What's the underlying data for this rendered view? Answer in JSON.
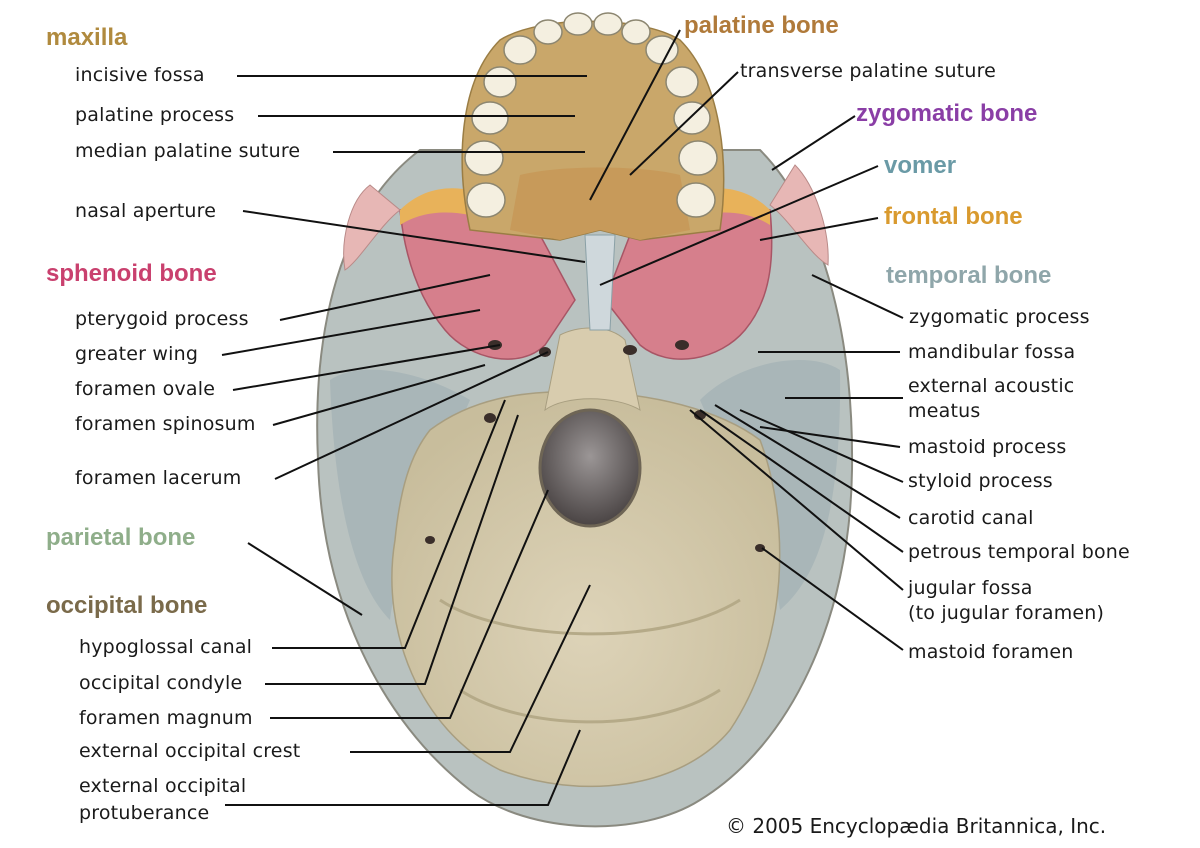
{
  "headers": {
    "maxilla": "maxilla",
    "palatine": "palatine bone",
    "zygomatic": "zygomatic bone",
    "vomer": "vomer",
    "frontal": "frontal bone",
    "sphenoid": "sphenoid bone",
    "temporal": "temporal bone",
    "parietal": "parietal bone",
    "occipital": "occipital bone"
  },
  "colors": {
    "maxilla": "#b08a3e",
    "palatine": "#b07a3a",
    "zygomatic": "#8a3ea6",
    "vomer": "#6a9aa6",
    "frontal": "#d99a2e",
    "sphenoid": "#c9406e",
    "temporal": "#8fa6aa",
    "parietal": "#8fae8a",
    "occipital": "#7a6a4a"
  },
  "labels": {
    "incisive_fossa": "incisive fossa",
    "palatine_process": "palatine process",
    "median_palatine_suture": "median palatine suture",
    "nasal_aperture": "nasal aperture",
    "transverse_palatine_suture": "transverse palatine suture",
    "pterygoid_process": "pterygoid process",
    "greater_wing": "greater wing",
    "foramen_ovale": "foramen ovale",
    "foramen_spinosum": "foramen spinosum",
    "foramen_lacerum": "foramen lacerum",
    "zygomatic_process": "zygomatic process",
    "mandibular_fossa": "mandibular fossa",
    "external_acoustic_1": "external acoustic",
    "external_acoustic_2": "meatus",
    "mastoid_process": "mastoid process",
    "styloid_process": "styloid process",
    "carotid_canal": "carotid canal",
    "petrous_temporal_bone": "petrous temporal bone",
    "jugular_fossa_1": "jugular fossa",
    "jugular_fossa_2": "(to jugular foramen)",
    "mastoid_foramen": "mastoid foramen",
    "hypoglossal_canal": "hypoglossal canal",
    "occipital_condyle": "occipital condyle",
    "foramen_magnum": "foramen magnum",
    "external_occipital_crest": "external occipital crest",
    "external_occipital_protuberance_1": "external occipital",
    "external_occipital_protuberance_2": "protuberance"
  },
  "copyright": "© 2005 Encyclopædia Britannica, Inc."
}
